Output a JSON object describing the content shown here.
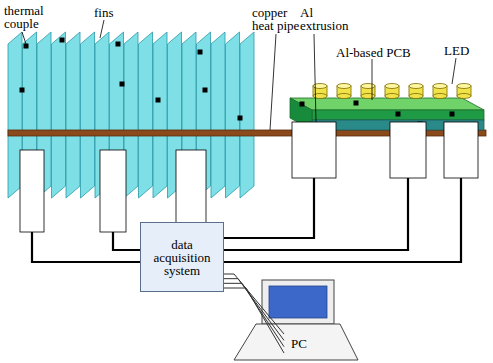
{
  "diagram": {
    "nodes": [
      {
        "text": [
          "data acquisition system"
        ]
      },
      {
        "text": [
          "PC"
        ]
      }
    ],
    "edges": [
      {
        "from": 0,
        "to": 1,
        "arrow": "none"
      },
      {
        "from": 0,
        "to": 1,
        "arrow": "none"
      },
      {
        "from": 0,
        "to": 1,
        "arrow": "none"
      },
      {
        "from": 0,
        "to": 1,
        "arrow": "none"
      }
    ],
    "labels": [
      "thermal couple",
      "fins",
      "copper heat pipe",
      "Al extrusion",
      "Al-based PCB",
      "LED"
    ]
  }
}
